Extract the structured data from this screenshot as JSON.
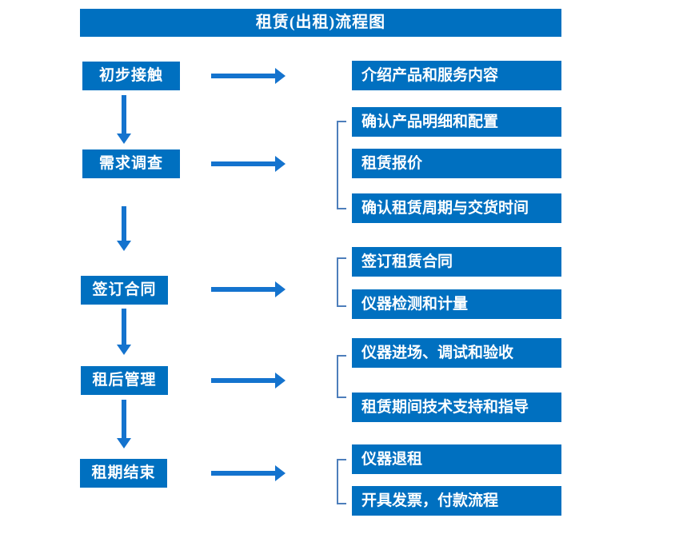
{
  "title": "租赁(出租)流程图",
  "colors": {
    "box_blue": "#0070C0",
    "arrow_blue": "#1473CE",
    "bracket_blue": "#4D7EBB",
    "text_white": "#FFFFFF"
  },
  "stages": [
    {
      "label": "初步接触",
      "outputs": [
        "介绍产品和服务内容"
      ]
    },
    {
      "label": "需求调查",
      "outputs": [
        "确认产品明细和配置",
        "租赁报价",
        "确认租赁周期与交货时间"
      ]
    },
    {
      "label": "签订合同",
      "outputs": [
        "签订租赁合同",
        "仪器检测和计量"
      ]
    },
    {
      "label": "租后管理",
      "outputs": [
        "仪器进场、调试和验收",
        "租赁期间技术支持和指导"
      ]
    },
    {
      "label": "租期结束",
      "outputs": [
        "仪器退租",
        "开具发票，付款流程"
      ]
    }
  ]
}
